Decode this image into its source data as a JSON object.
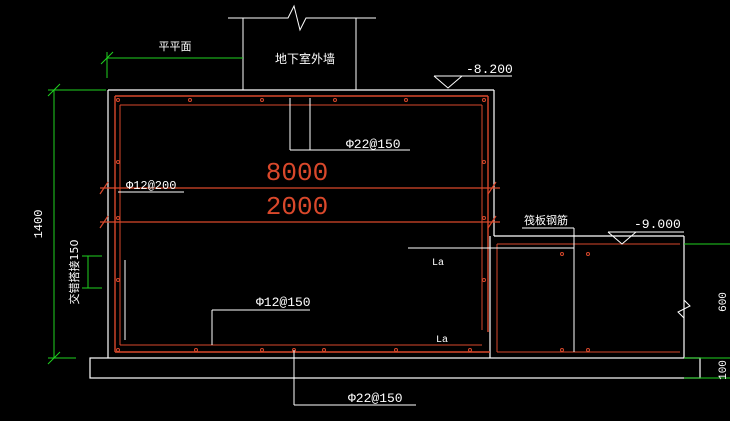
{
  "colors": {
    "background": "#000000",
    "outline": "#ffffff",
    "rebar": "#d9482b",
    "dimension": "#1fd21f",
    "leader": "#ffffff"
  },
  "labels": {
    "flush_surface": "平平面",
    "basement_outer_wall": "地下室外墙",
    "elev_top": "-8.200",
    "elev_right": "-9.000",
    "rebar_top_main": "Φ22@150",
    "rebar_distribution": "Φ12@200",
    "span_upper": "8000",
    "span_lower": "2000",
    "raft_rebar": "筏板钢筋",
    "anchor_la_1": "La",
    "anchor_la_2": "La",
    "rebar_bottom_inner": "Φ12@150",
    "rebar_bottom_main": "Φ22@150",
    "dim_height": "1400",
    "stagger_note": "交错搭接150",
    "dim_right_600": "600",
    "dim_right_100": "100"
  }
}
